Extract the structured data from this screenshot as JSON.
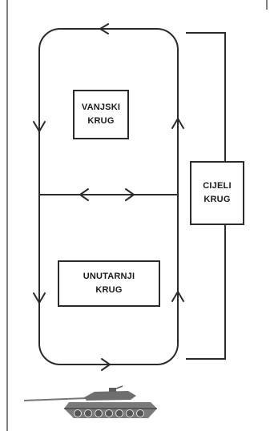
{
  "labels": {
    "outer_loop": [
      "VANJSKI",
      "KRUG"
    ],
    "inner_loop": [
      "UNUTARNJI",
      "KRUG"
    ],
    "full_loop": [
      "CIJELI",
      "KRUG"
    ]
  },
  "icons": {
    "vehicle": "tank-icon"
  },
  "colors": {
    "line": "#2b2b2b",
    "background": "#ffffff"
  }
}
